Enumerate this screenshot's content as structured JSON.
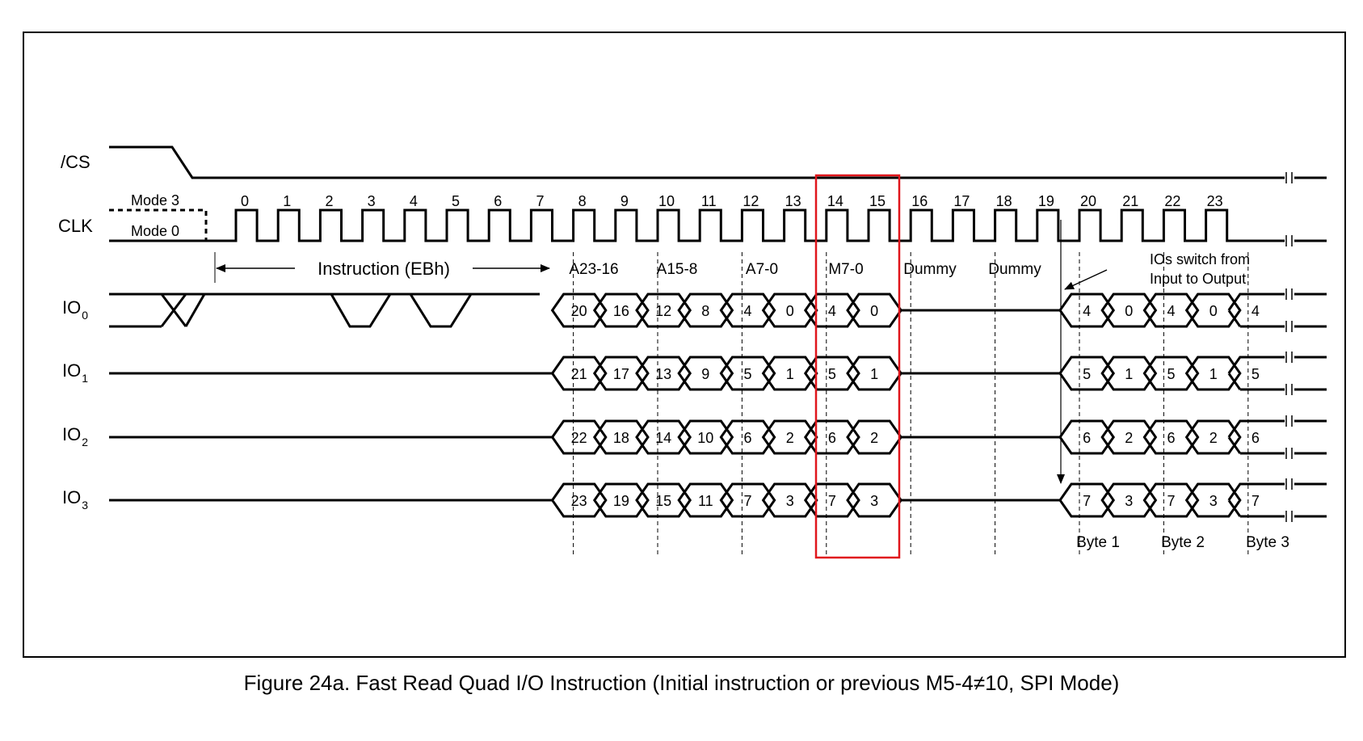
{
  "signals": {
    "cs": "/CS",
    "clk": "CLK",
    "io": [
      {
        "base": "IO",
        "sub": "0"
      },
      {
        "base": "IO",
        "sub": "1"
      },
      {
        "base": "IO",
        "sub": "2"
      },
      {
        "base": "IO",
        "sub": "3"
      }
    ]
  },
  "modes": {
    "mode3": "Mode 3",
    "mode0": "Mode 0"
  },
  "clock_numbers": [
    "0",
    "1",
    "2",
    "3",
    "4",
    "5",
    "6",
    "7",
    "8",
    "9",
    "10",
    "11",
    "12",
    "13",
    "14",
    "15",
    "16",
    "17",
    "18",
    "19",
    "20",
    "21",
    "22",
    "23"
  ],
  "segments": {
    "instruction": "Instruction (EBh)",
    "addr_hi": "A23-16",
    "addr_mid": "A15-8",
    "addr_lo": "A7-0",
    "mode_bits": "M7-0",
    "dummy1": "Dummy",
    "dummy2": "Dummy"
  },
  "annotation": {
    "line1": "IOs switch from",
    "line2": "Input to Output"
  },
  "io_bits": [
    [
      "20",
      "16",
      "12",
      "8",
      "4",
      "0",
      "4",
      "0",
      "4",
      "0",
      "4",
      "0",
      "4"
    ],
    [
      "21",
      "17",
      "13",
      "9",
      "5",
      "1",
      "5",
      "1",
      "5",
      "1",
      "5",
      "1",
      "5"
    ],
    [
      "22",
      "18",
      "14",
      "10",
      "6",
      "2",
      "6",
      "2",
      "6",
      "2",
      "6",
      "2",
      "6"
    ],
    [
      "23",
      "19",
      "15",
      "11",
      "7",
      "3",
      "7",
      "3",
      "7",
      "3",
      "7",
      "3",
      "7"
    ]
  ],
  "bytes": [
    "Byte 1",
    "Byte 2",
    "Byte 3"
  ],
  "caption": "Figure 24a. Fast Read Quad I/O Instruction (Initial instruction or previous M5-4≠10, SPI Mode)",
  "colors": {
    "highlight": "#e0161c",
    "line": "#000000"
  }
}
